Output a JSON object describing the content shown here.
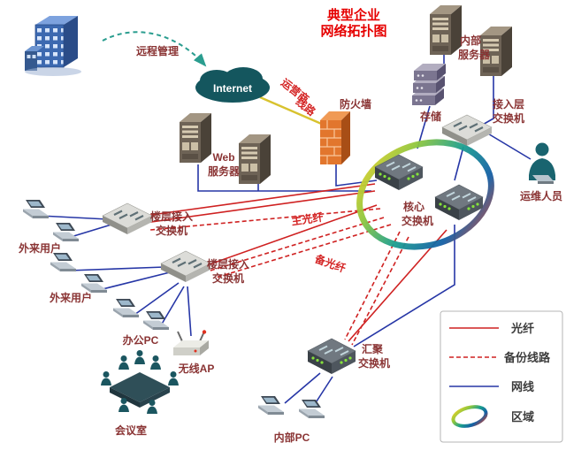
{
  "title": {
    "line1": "典型企业",
    "line2": "网络拓扑图"
  },
  "nodes": {
    "remote_mgmt": "远程管理",
    "internet": "Internet",
    "carrier_l1": "运营商",
    "carrier_l2": "线路",
    "firewall": "防火墙",
    "web_l1": "Web",
    "web_l2": "服务器",
    "internal_srv_l1": "内部",
    "internal_srv_l2": "服务器",
    "storage": "存储",
    "access_l1": "接入层",
    "access_l2": "交换机",
    "ops": "运维人员",
    "core_l1": "核心",
    "core_l2": "交换机",
    "fs1_l1": "楼层接入",
    "fs1_l2": "交换机",
    "fs2_l1": "楼层接入",
    "fs2_l2": "交换机",
    "ext1": "外来用户",
    "ext2": "外来用户",
    "office_pc": "办公PC",
    "ap": "无线AP",
    "meeting": "会议室",
    "agg_l1": "汇聚",
    "agg_l2": "交换机",
    "internal_pc": "内部PC",
    "main_fiber": "主光纤",
    "backup_fiber": "备光纤"
  },
  "legend": {
    "fiber": "光纤",
    "backup": "备份线路",
    "cable": "网线",
    "zone": "区域"
  },
  "colors": {
    "fiber_line": "#cf2121",
    "backup_line": "#cf2121",
    "network_cable": "#2636a6",
    "carrier_link": "#d8c22e",
    "mgmt_link": "#2a9d8f",
    "title_red": "#e60000",
    "label_maroon": "#8a3434"
  }
}
